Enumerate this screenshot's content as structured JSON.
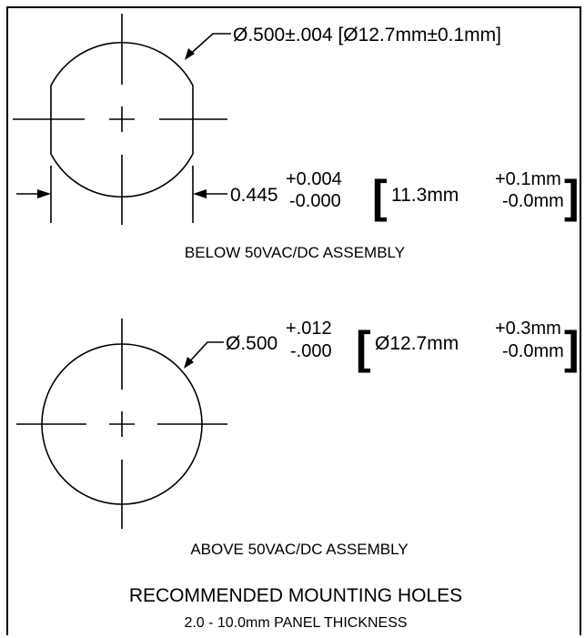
{
  "hole_a": {
    "diameter_callout": "Ø.500±.004 [Ø12.7mm±0.1mm]",
    "flat_inch_nominal": "0.445",
    "flat_inch_tol_plus": "+0.004",
    "flat_inch_tol_minus": "-0.000",
    "flat_metric_nominal": "11.3mm",
    "flat_metric_tol_plus": "+0.1mm",
    "flat_metric_tol_minus": "-0.0mm",
    "caption": "BELOW 50VAC/DC ASSEMBLY"
  },
  "hole_b": {
    "inch_nominal": "Ø.500",
    "inch_tol_plus": "+.012",
    "inch_tol_minus": "-.000",
    "metric_nominal": "Ø12.7mm",
    "metric_tol_plus": "+0.3mm",
    "metric_tol_minus": "-0.0mm",
    "caption": "ABOVE 50VAC/DC ASSEMBLY"
  },
  "footer": {
    "title": "RECOMMENDED MOUNTING HOLES",
    "subtitle": "2.0 - 10.0mm PANEL THICKNESS"
  },
  "brackets": {
    "open": "[",
    "close": "]"
  }
}
